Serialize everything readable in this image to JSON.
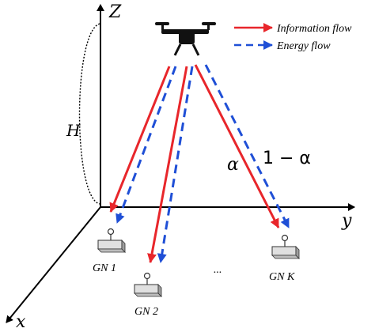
{
  "axes": {
    "z_label": "Z",
    "y_label": "y",
    "x_label": "x",
    "height_label": "H"
  },
  "legend": {
    "information": "Information flow",
    "energy": "Energy flow"
  },
  "split": {
    "alpha": "α",
    "one_minus_alpha": "1 − α"
  },
  "nodes": {
    "gn1": "GN 1",
    "gn2": "GN 2",
    "gnk": "GN K",
    "ellipsis": "..."
  },
  "colors": {
    "information": "#e8262b",
    "energy": "#1f4fd6",
    "axis": "#000000"
  }
}
